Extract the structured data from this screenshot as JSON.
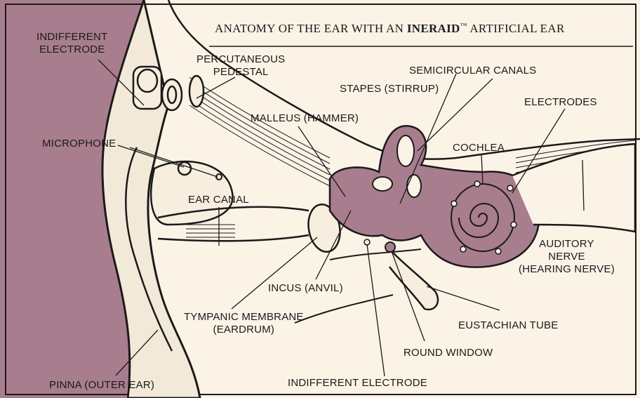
{
  "title": {
    "prefix": "ANATOMY OF THE EAR WITH AN",
    "brand": "INERAID",
    "mark": "™",
    "suffix": "ARTIFICIAL EAR"
  },
  "labels": {
    "indifferent_electrode_top": [
      "INDIFFERENT",
      "ELECTRODE"
    ],
    "percutaneous_pedestal": [
      "PERCUTANEOUS",
      "PEDESTAL"
    ],
    "semicircular_canals": "SEMICIRCULAR CANALS",
    "stapes": "STAPES (STIRRUP)",
    "electrodes": "ELECTRODES",
    "malleus": "MALLEUS (HAMMER)",
    "microphone": "MICROPHONE",
    "cochlea": "COCHLEA",
    "ear_canal": "EAR CANAL",
    "auditory_nerve": [
      "AUDITORY",
      "NERVE",
      "(HEARING NERVE)"
    ],
    "incus": "INCUS (ANVIL)",
    "tympanic_membrane": [
      "TYMPANIC MEMBRANE",
      "(EARDRUM)"
    ],
    "eustachian_tube": "EUSTACHIAN TUBE",
    "round_window": "ROUND WINDOW",
    "pinna": "PINNA (OUTER EAR)",
    "indifferent_electrode_bottom": "INDIFFERENT ELECTRODE"
  },
  "colors": {
    "mauve": "#a87d8e",
    "paper": "#fbf3e6",
    "ink": "#1a1a1a"
  }
}
